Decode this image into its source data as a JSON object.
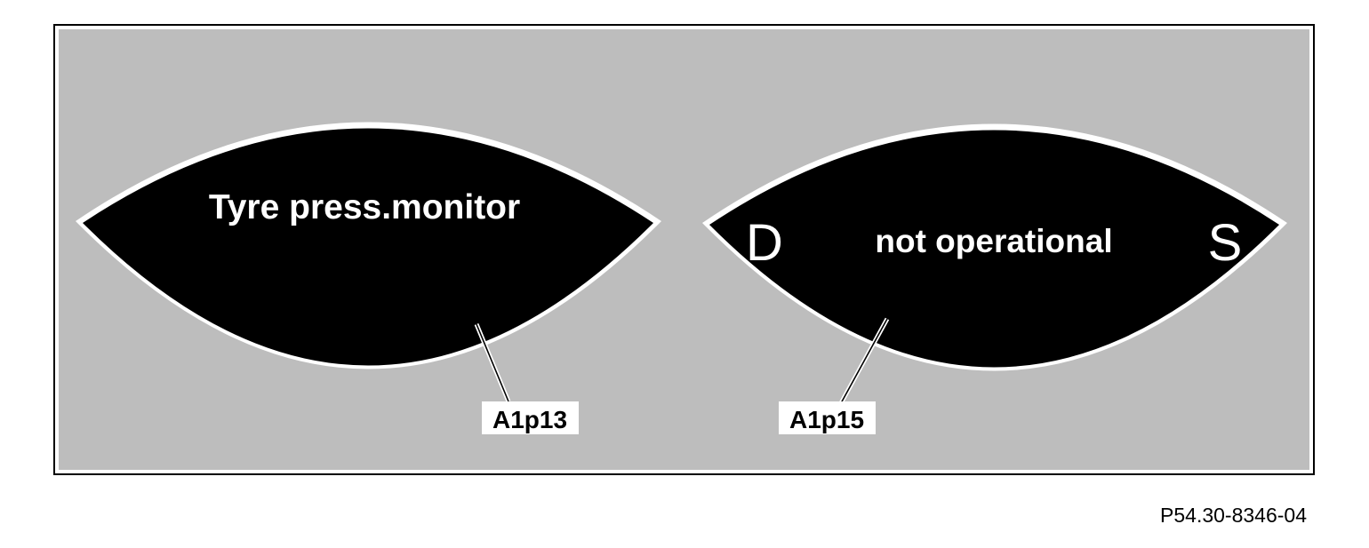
{
  "colors": {
    "panel_background": "#bdbdbd",
    "display_fill": "#000000",
    "display_outline": "#ffffff",
    "display_text": "#ffffff",
    "label_background": "#ffffff",
    "frame": "#000000"
  },
  "displays": [
    {
      "main_text": "Tyre press.monitor",
      "callout": "A1p13"
    },
    {
      "left_letter": "D",
      "main_text": "not operational",
      "right_letter": "S",
      "callout": "A1p15"
    }
  ],
  "figure_code": "P54.30-8346-04"
}
